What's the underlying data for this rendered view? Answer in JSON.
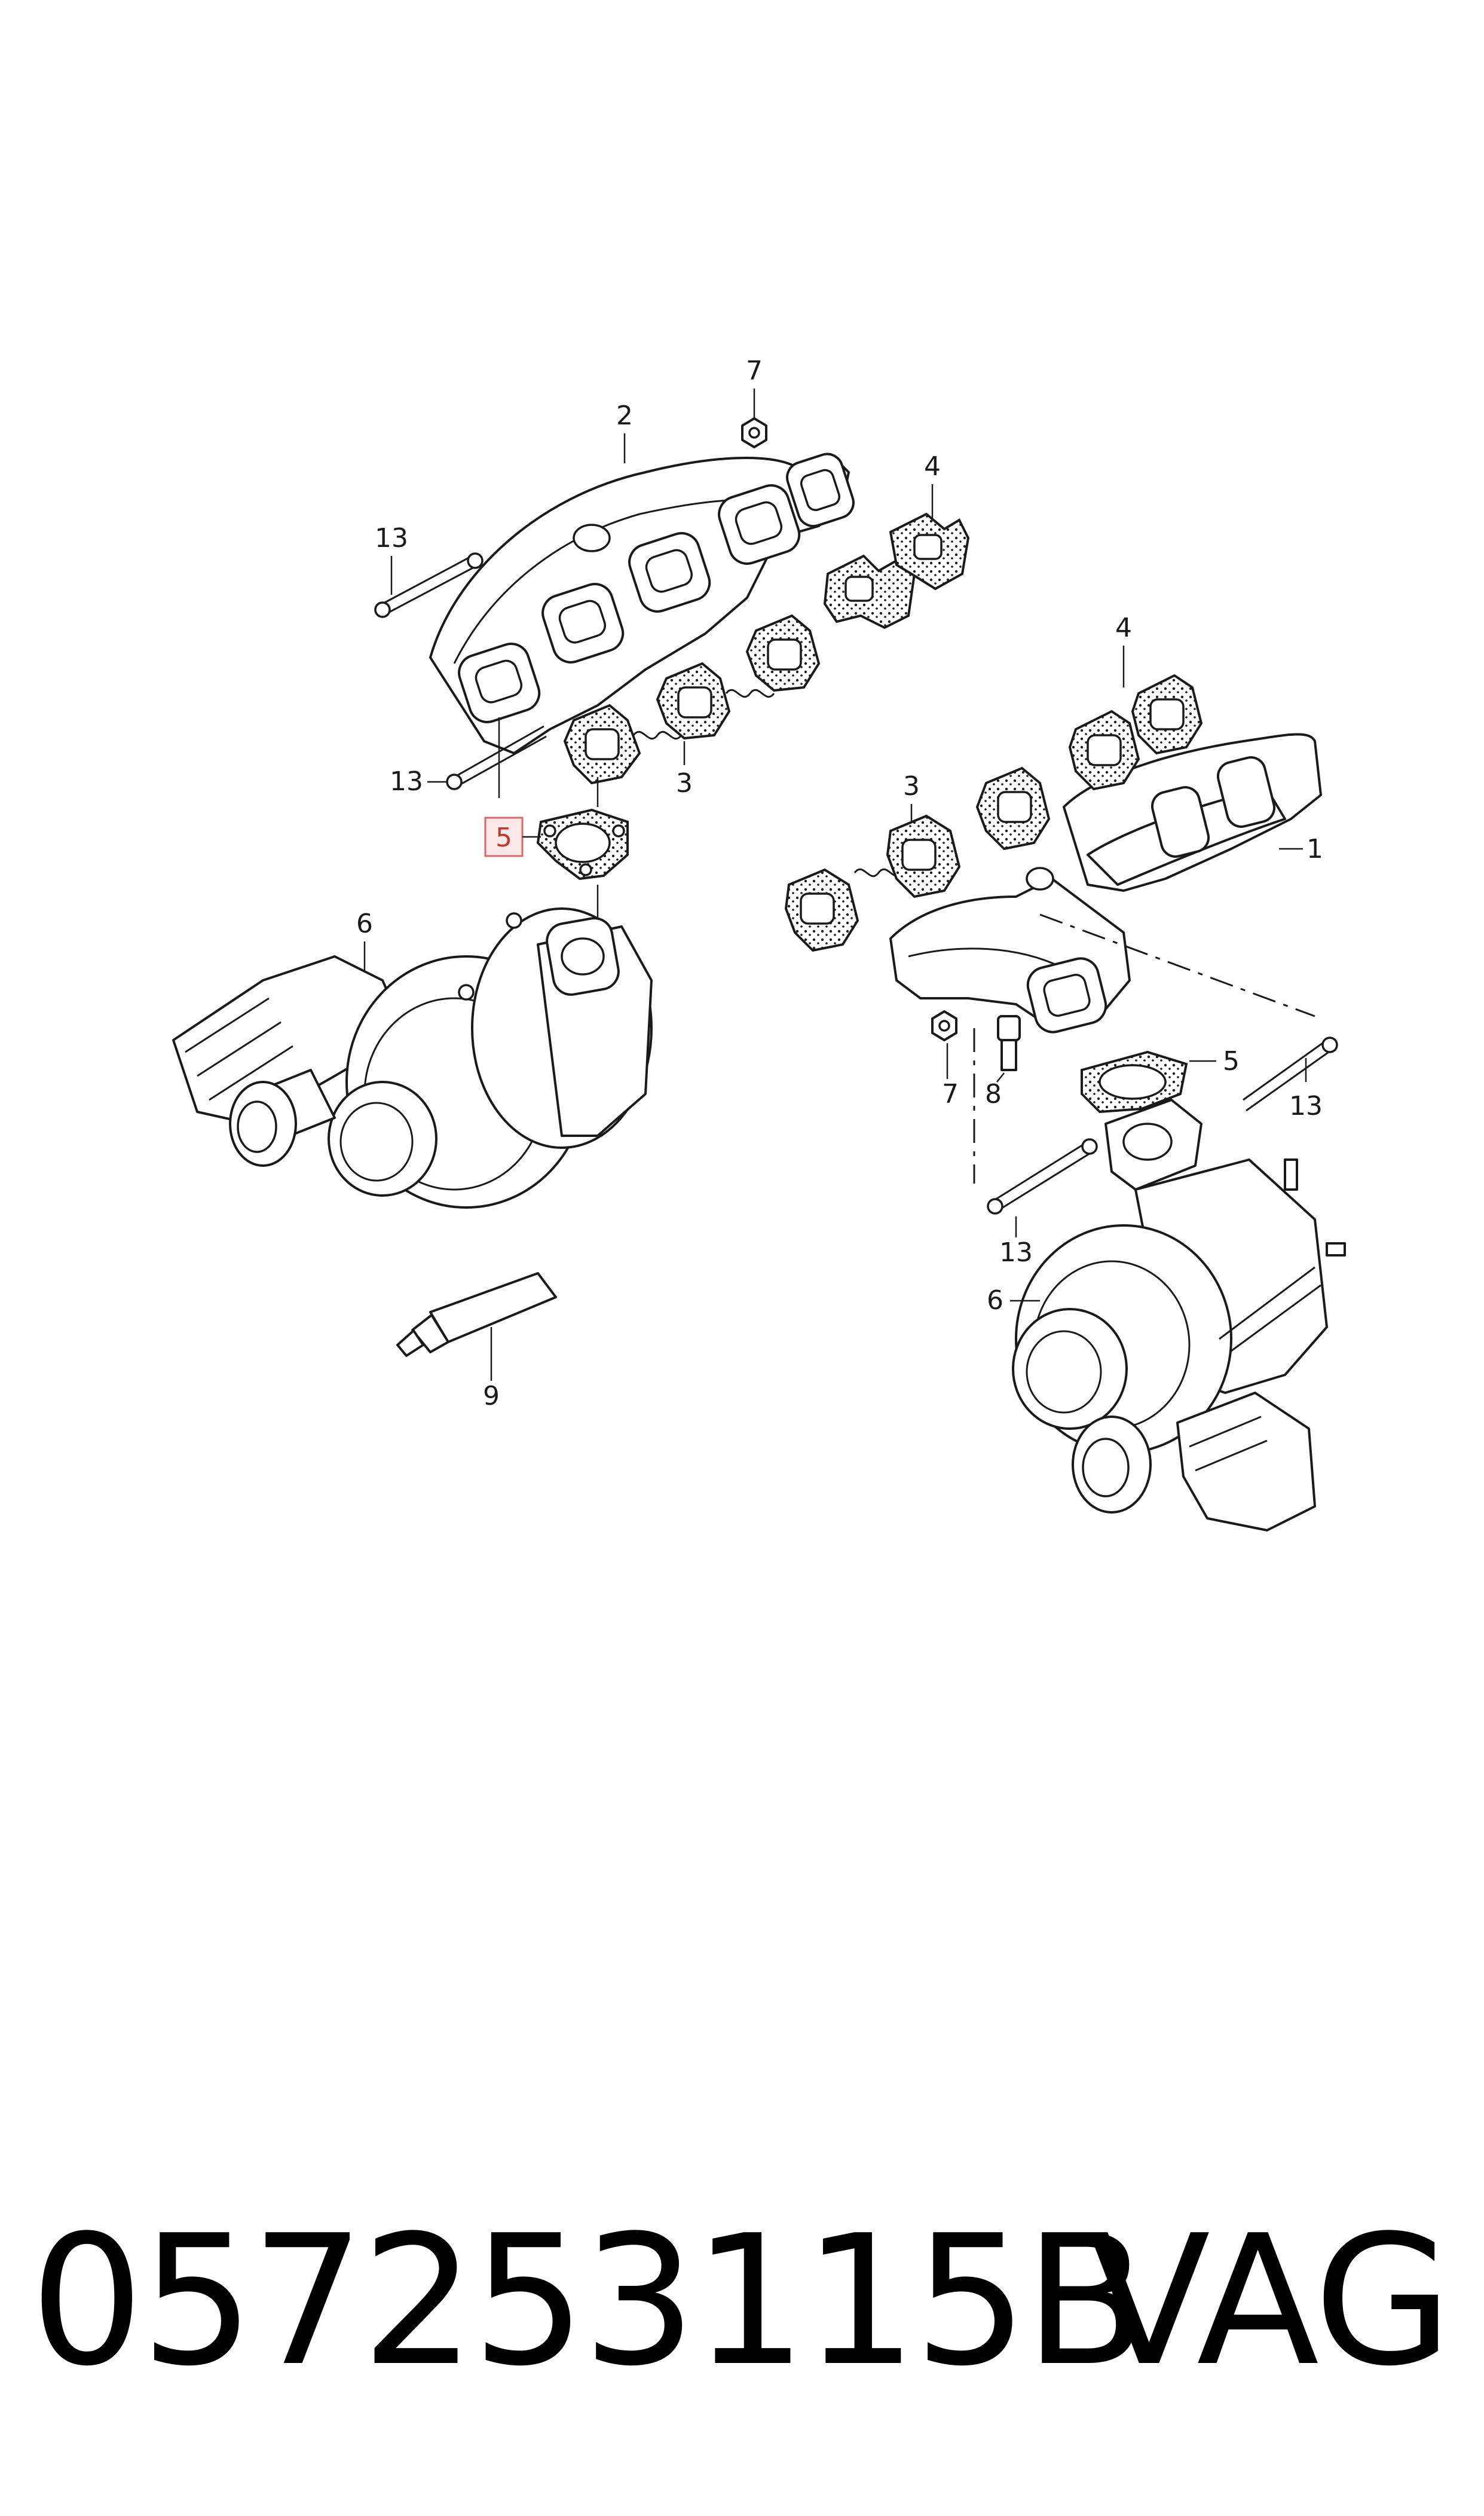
{
  "callouts": {
    "c1": "1",
    "c2": "2",
    "c3a": "3",
    "c3b": "3",
    "c4a": "4",
    "c4b": "4",
    "c5a": "5",
    "c5b": "5",
    "c6a": "6",
    "c6b": "6",
    "c7a": "7",
    "c7b": "7",
    "c8": "8",
    "c9": "9",
    "c13a": "13",
    "c13b": "13",
    "c13c": "13",
    "c13d": "13"
  },
  "highlighted_callout": "5",
  "footer": {
    "part_number": "057253115B",
    "brand": "VAG"
  }
}
